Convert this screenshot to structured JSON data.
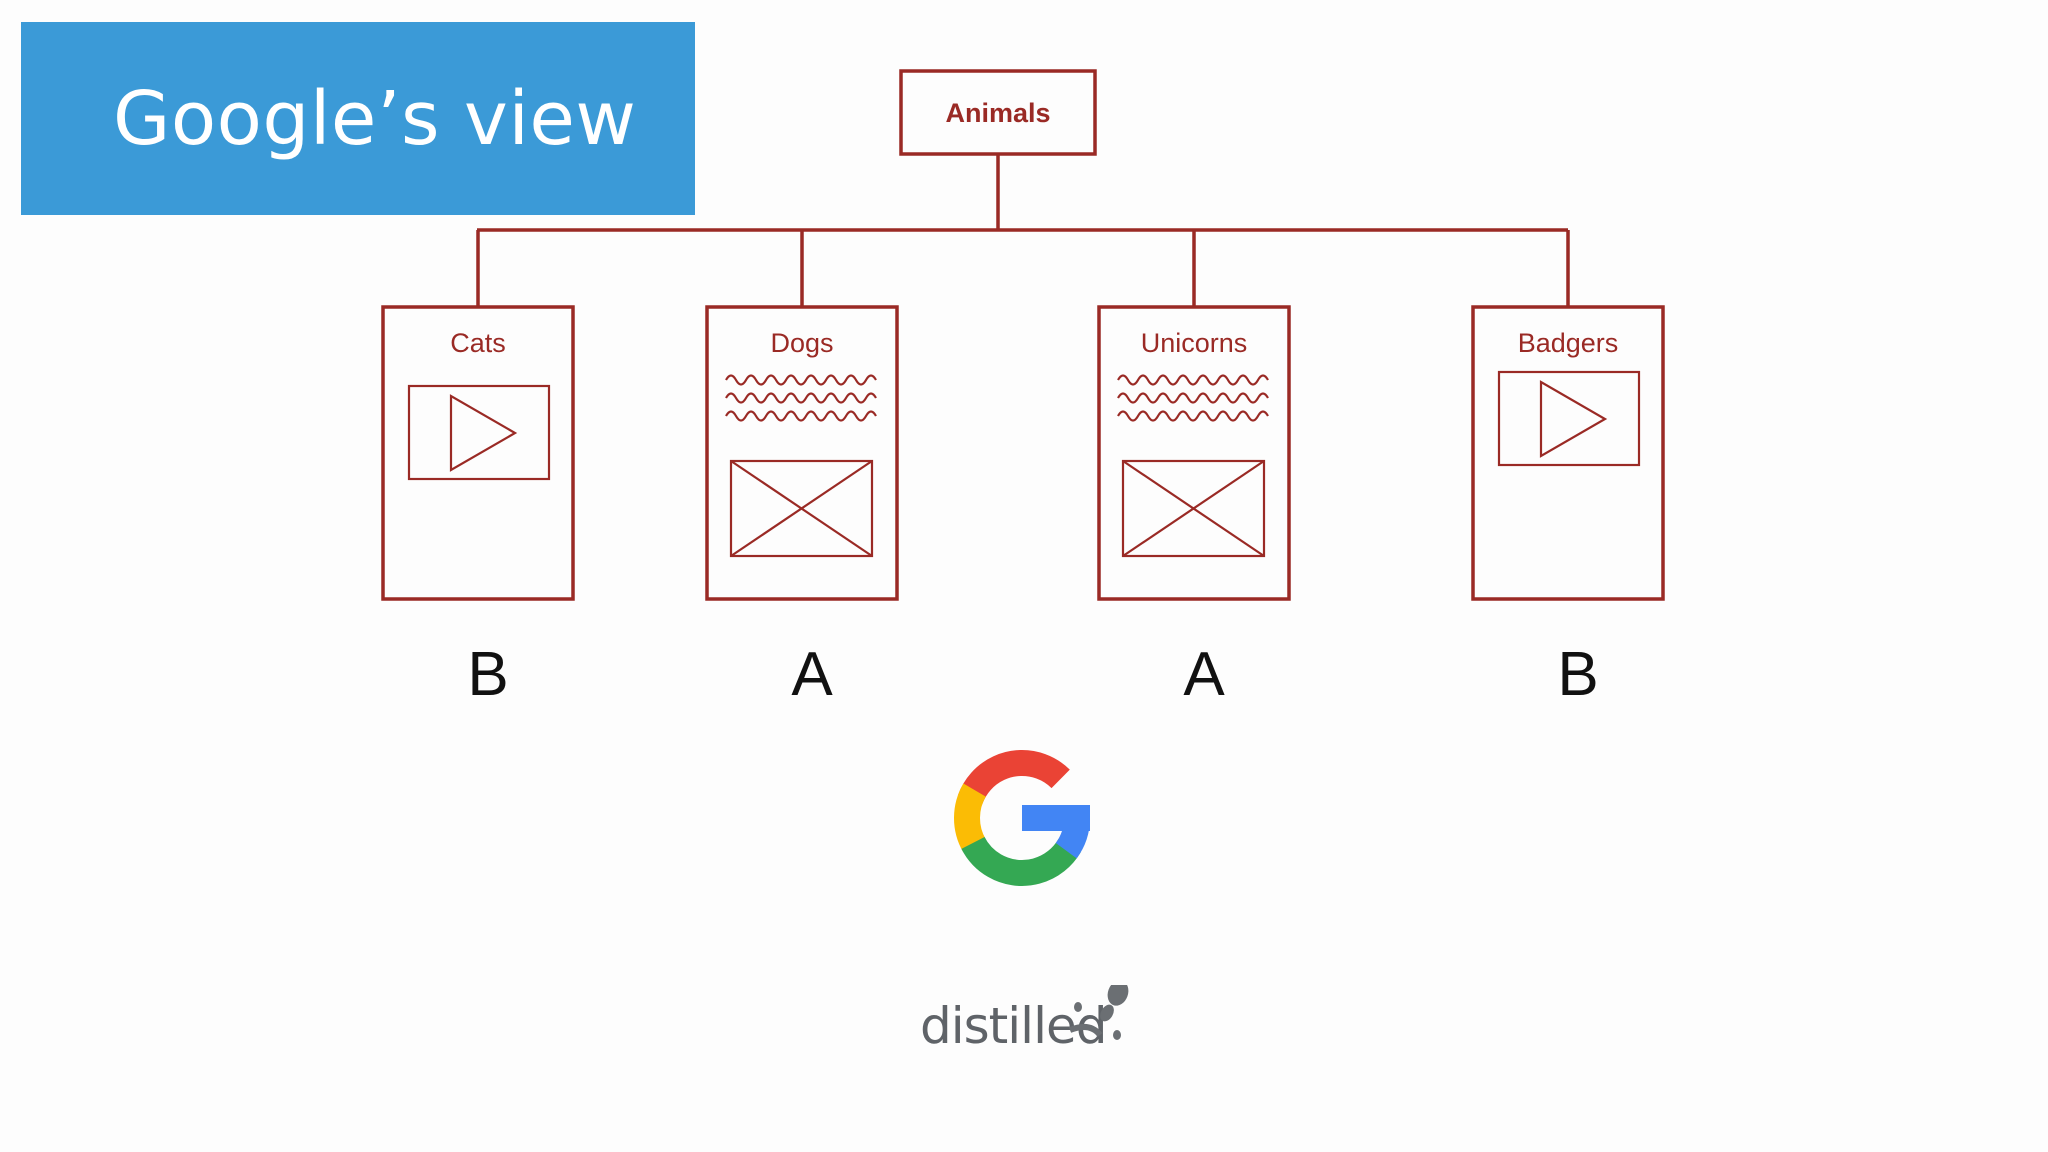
{
  "title": "Google’s view",
  "root": {
    "label": "Animals"
  },
  "children": [
    {
      "label": "Cats",
      "content": "video",
      "grade": "B"
    },
    {
      "label": "Dogs",
      "content": "text-and-image",
      "grade": "A"
    },
    {
      "label": "Unicorns",
      "content": "text-and-image",
      "grade": "A"
    },
    {
      "label": "Badgers",
      "content": "video",
      "grade": "B"
    }
  ],
  "brand": "distilled",
  "colors": {
    "banner": "#3b9ad7",
    "diagram": "#9a2a25",
    "google_red": "#ea4335",
    "google_yellow": "#fbbc05",
    "google_green": "#34a853",
    "google_blue": "#4285f4"
  }
}
